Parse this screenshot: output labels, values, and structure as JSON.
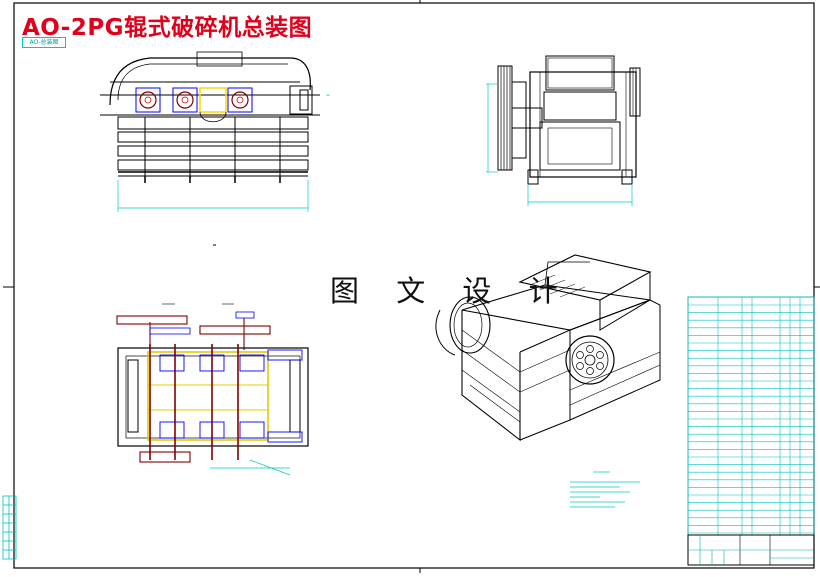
{
  "title": "AO-2PG辊式破碎机总装图",
  "watermark": "图 文 设 计",
  "drawing_tag": "AO-总装图",
  "colors": {
    "frame": "#000000",
    "part": "#0000ff",
    "dimension": "#00d6d6",
    "mechanism": "#800000",
    "title": "#e0001b",
    "highlight": "#ffff00"
  }
}
